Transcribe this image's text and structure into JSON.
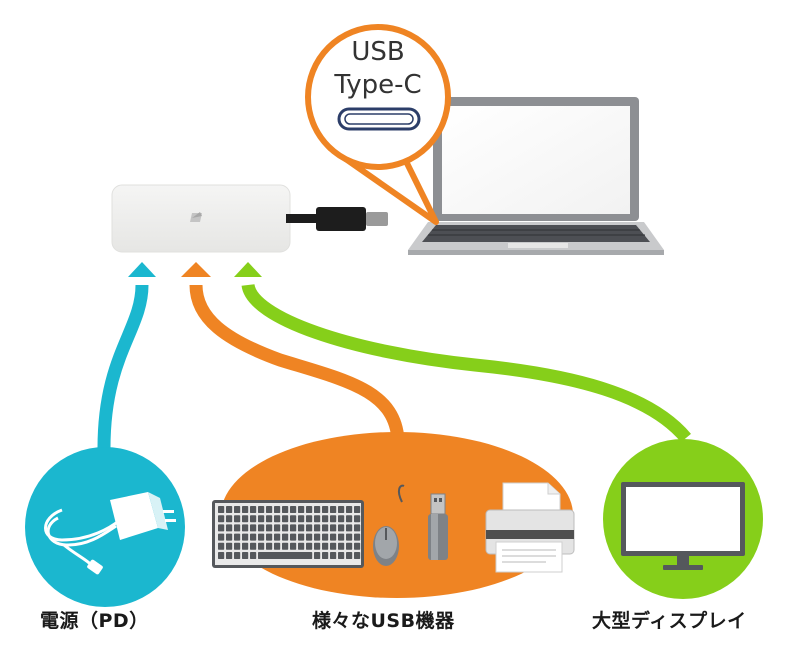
{
  "callout": {
    "line1": "USB",
    "line2": "Type-C"
  },
  "labels": {
    "power": "電源（PD）",
    "usb_devices": "様々なUSB機器",
    "display": "大型ディスプレイ"
  },
  "colors": {
    "cyan": "#1bb7cf",
    "orange": "#ef8423",
    "green": "#86cf1a",
    "hub": "#efefee",
    "laptop_frame": "#8d8f93"
  }
}
